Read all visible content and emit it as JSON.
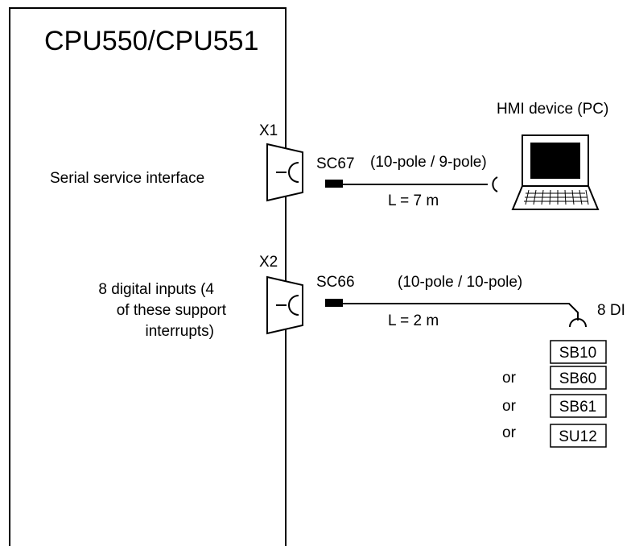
{
  "module": {
    "title": "CPU550/CPU551"
  },
  "interfaces": {
    "x1": {
      "port_label": "X1",
      "description": "Serial service interface",
      "cable_name": "SC67",
      "cable_spec": "(10-pole / 9-pole)",
      "cable_length": "L = 7 m",
      "target": "HMI device (PC)"
    },
    "x2": {
      "port_label": "X2",
      "description_lines": [
        "8 digital inputs (4",
        "of these support",
        "interrupts)"
      ],
      "cable_name": "SC66",
      "cable_spec": "(10-pole / 10-pole)",
      "cable_length": "L = 2 m",
      "target": "8 DI",
      "options": [
        {
          "label": "SB10",
          "prefix": ""
        },
        {
          "label": "SB60",
          "prefix": "or"
        },
        {
          "label": "SB61",
          "prefix": "or"
        },
        {
          "label": "SU12",
          "prefix": "or"
        }
      ]
    }
  },
  "icons": {
    "connector": "trapezoid-connector-icon",
    "device": "laptop-icon"
  }
}
